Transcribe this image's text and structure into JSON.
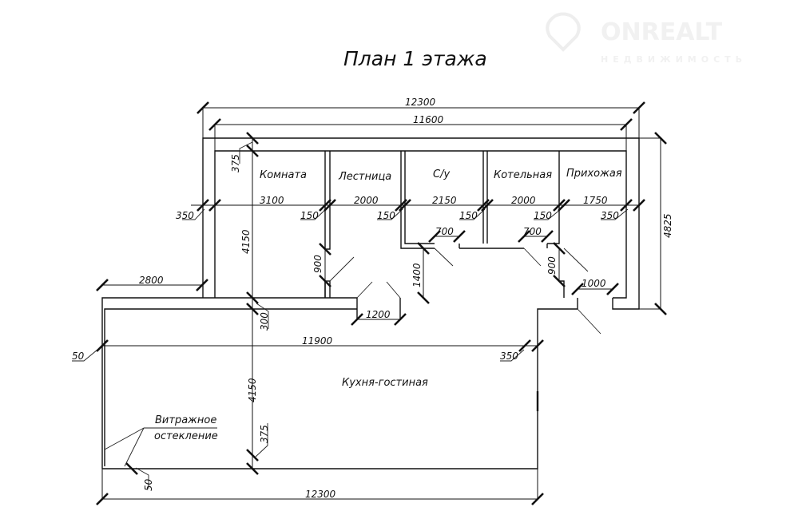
{
  "title": "План 1 этажа",
  "watermark": {
    "brand": "ONREALT",
    "subtitle": "НЕДВИЖИМОСТЬ"
  },
  "rooms": {
    "room": "Комната",
    "stairs": "Лестница",
    "bathroom": "С/у",
    "boiler": "Котельная",
    "hall": "Прихожая",
    "kitchen": "Кухня-гостиная",
    "glazing_1": "Витражное",
    "glazing_2": "остекление"
  },
  "dims": {
    "top_total": "12300",
    "top_inner": "11600",
    "room_w": "3100",
    "stairs_w": "2000",
    "bath_w": "2150",
    "boiler_w": "2000",
    "hall_w": "1750",
    "wall_left": "350",
    "wall_right": "350",
    "part1": "150",
    "part2": "150",
    "part3": "150",
    "part4": "150",
    "wall_top": "375",
    "top_depth": "4150",
    "door_stairs": "900",
    "door_hall": "900",
    "bath_depth": "1400",
    "door_bath": "700",
    "door_boiler": "700",
    "door_entry": "1000",
    "door_kitchen": "1200",
    "offset_left": "2800",
    "wall_mid": "300",
    "kitchen_w": "11900",
    "glass_left": "50",
    "kitchen_wall_right": "350",
    "kitchen_depth": "4150",
    "wall_bottom": "375",
    "glass_bottom": "50",
    "bottom_total": "12300",
    "height_right": "4825"
  }
}
